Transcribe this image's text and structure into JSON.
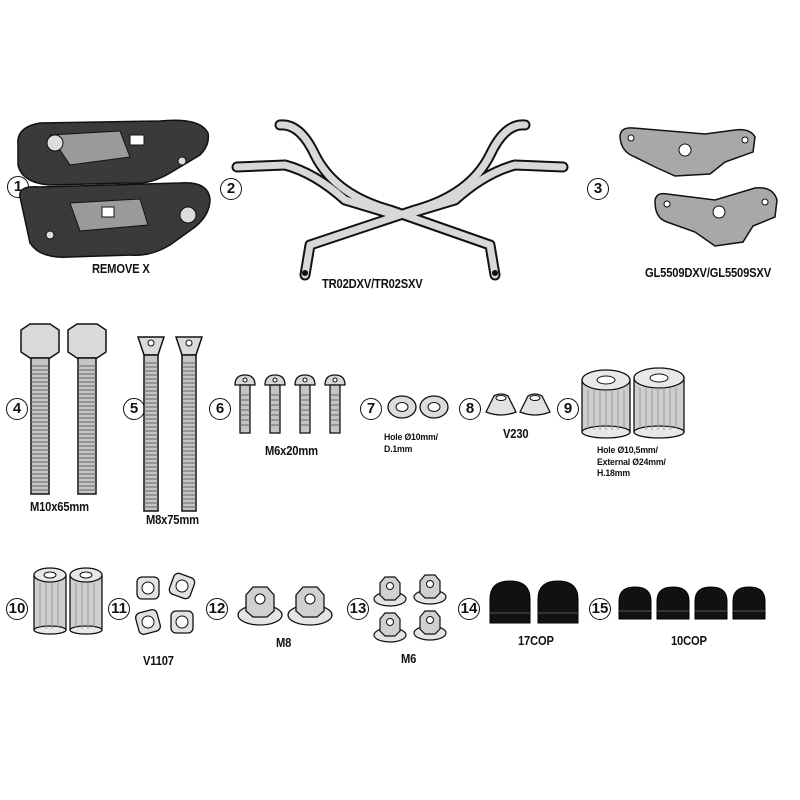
{
  "parts": [
    {
      "number": "1",
      "label": "REMOVE X",
      "icon": "handguard-shell-icon"
    },
    {
      "number": "2",
      "label": "TR02DXV/TR02SXV",
      "icon": "tubular-frame-icon"
    },
    {
      "number": "3",
      "label": "GL5509DXV/GL5509SXV",
      "icon": "mounting-plate-icon"
    },
    {
      "number": "4",
      "label": "M10x65mm",
      "icon": "hex-bolt-icon"
    },
    {
      "number": "5",
      "label": "M8x75mm",
      "icon": "countersunk-bolt-icon"
    },
    {
      "number": "6",
      "label": "M6x20mm",
      "icon": "allen-bolt-icon"
    },
    {
      "number": "7",
      "label_lines": [
        "Hole Ø10mm/",
        "D.1mm"
      ],
      "icon": "flat-washer-icon"
    },
    {
      "number": "8",
      "label": "V230",
      "icon": "cone-washer-icon"
    },
    {
      "number": "9",
      "label_lines": [
        "Hole Ø10,5mm/",
        "External Ø24mm/",
        "H.18mm"
      ],
      "icon": "spacer-icon"
    },
    {
      "number": "10",
      "label": "",
      "icon": "spacer-icon"
    },
    {
      "number": "11",
      "label": "V1107",
      "icon": "bushing-icon"
    },
    {
      "number": "12",
      "label": "M8",
      "icon": "flange-nut-icon"
    },
    {
      "number": "13",
      "label": "M6",
      "icon": "flange-nut-icon"
    },
    {
      "number": "14",
      "label": "17COP",
      "icon": "cap-nut-cover-icon"
    },
    {
      "number": "15",
      "label": "10COP",
      "icon": "cap-nut-cover-icon"
    }
  ]
}
